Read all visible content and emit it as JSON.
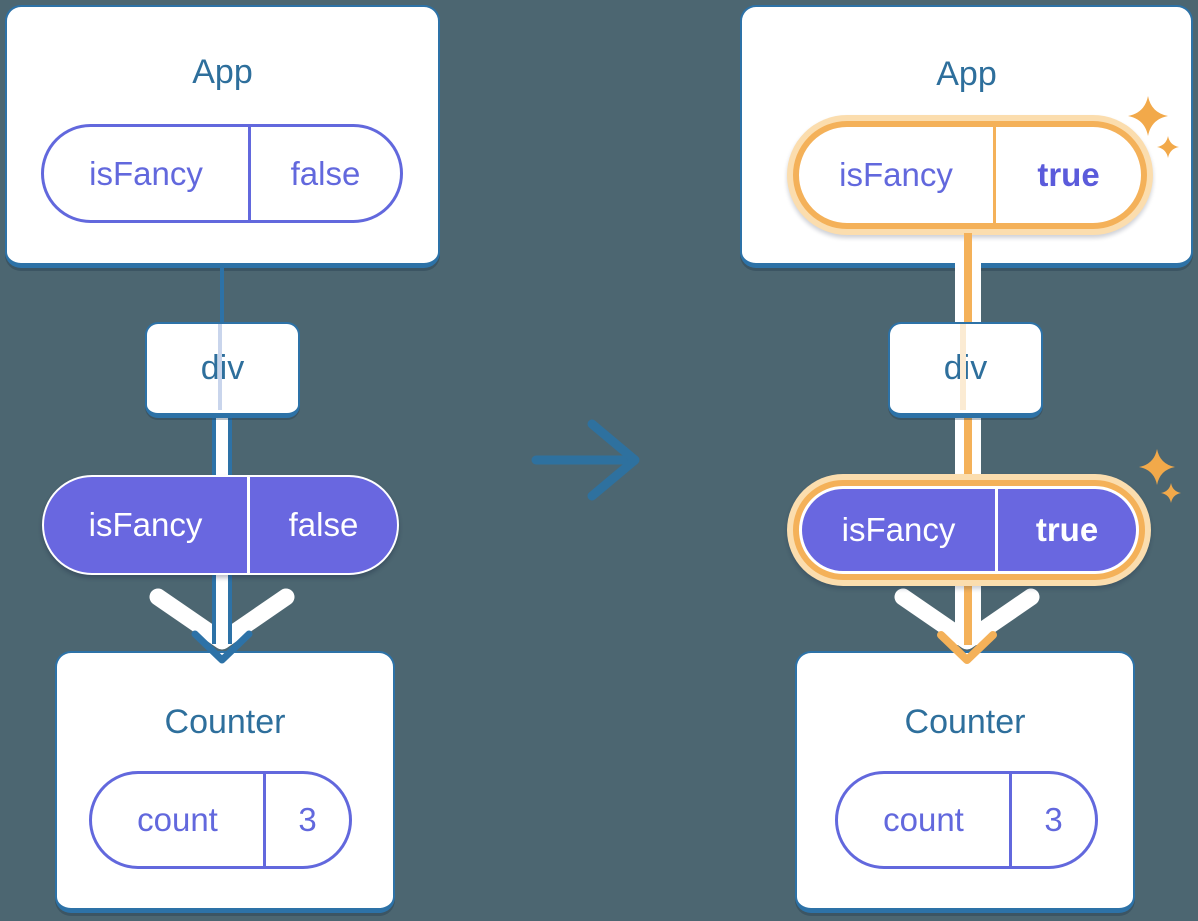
{
  "colors": {
    "background": "#4C6671",
    "card_fill": "#FFFFFF",
    "teal_border": "#2D72A7",
    "teal_text": "#2E6F9C",
    "purple_outline": "#6268DD",
    "purple_value_bold": "#5B5BDB",
    "purple_fill": "#6967E0",
    "orange_highlight": "#F4B159",
    "orange_glow": "#FBDDAE",
    "sparkle": "#F2A94A",
    "faint_line_blue": "#C9D5EC",
    "faint_line_orange": "#FBEBD3",
    "arrow_teal": "#2E719F",
    "white": "#FFFFFF"
  },
  "left": {
    "app_title": "App",
    "app_prop": {
      "name": "isFancy",
      "value": "false"
    },
    "div_label": "div",
    "prop_pill": {
      "name": "isFancy",
      "value": "false"
    },
    "counter_title": "Counter",
    "counter_state": {
      "name": "count",
      "value": "3"
    }
  },
  "right": {
    "app_title": "App",
    "app_prop": {
      "name": "isFancy",
      "value": "true"
    },
    "div_label": "div",
    "prop_pill": {
      "name": "isFancy",
      "value": "true"
    },
    "counter_title": "Counter",
    "counter_state": {
      "name": "count",
      "value": "3"
    }
  }
}
